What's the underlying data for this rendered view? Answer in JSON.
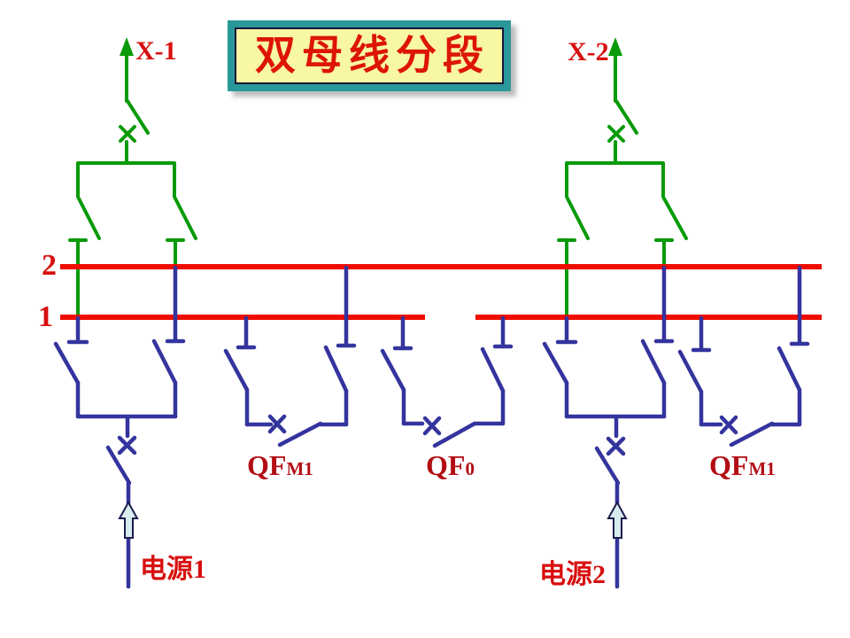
{
  "title": {
    "text": "双母线分段"
  },
  "labels": {
    "feeder_1": "X-1",
    "feeder_2": "X-2",
    "bus_2_number": "2",
    "bus_1_number": "1",
    "coupler_left": {
      "main": "QF",
      "sub": "M1"
    },
    "section_breaker": {
      "main": "QF",
      "sub": "0"
    },
    "coupler_right": {
      "main": "QF",
      "sub": "M1"
    },
    "source_1": "电源1",
    "source_2": "电源2"
  },
  "symbols": {
    "breaker_mark": "x-cross-icon",
    "disconnector": "open-blade-switch",
    "bus_terminal": "t-bar-contact",
    "source_arrow": "up-arrow-icon",
    "feeder_arrow": "up-arrow-icon"
  },
  "colors": {
    "bus_red": "#ee0d00",
    "line_green": "#089a08",
    "line_blue": "#34349e",
    "label_red": "#d80f0f",
    "qf_label_red": "#b30d14",
    "title_text": "#dd1604",
    "title_bg": "#f8f7a2",
    "title_border": "#2a9898",
    "source_arrow_fill": "#d7ecec",
    "arrow_outline": "#1c1c50",
    "shadow_gray": "#bdbdbd"
  }
}
